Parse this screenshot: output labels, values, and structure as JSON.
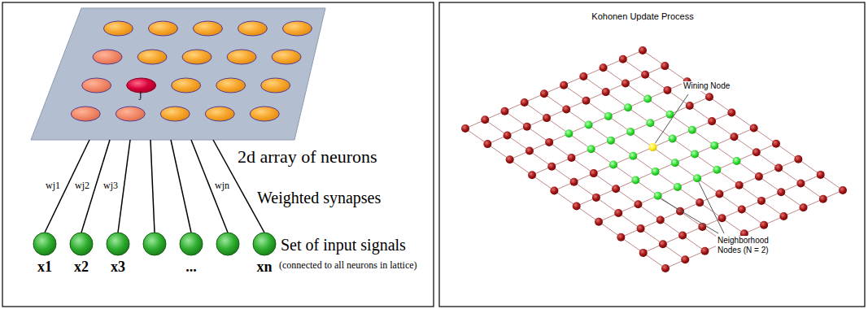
{
  "diagram": {
    "labels": [
      "j",
      "2d array of neurons",
      "wj1",
      "wj2",
      "wj3",
      "wjn",
      "Weighted synapses",
      "Set of input signals",
      "x1",
      "x2",
      "x3",
      "...",
      "xn",
      "(connected to all neurons in lattice)",
      "Kohonen Update Process",
      "Wining Node",
      "Neighborhood Nodes (N = 2)"
    ]
  }
}
